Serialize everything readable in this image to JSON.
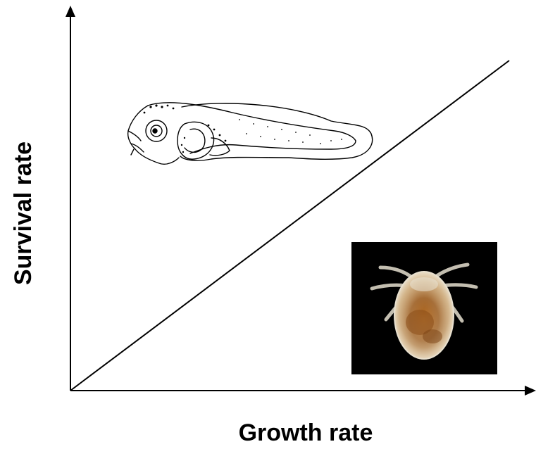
{
  "chart_data": {
    "type": "line",
    "xlabel": "Growth rate",
    "ylabel": "Survival rate",
    "series": [
      {
        "x": [
          0,
          1
        ],
        "y": [
          0,
          0.88
        ]
      }
    ],
    "xlim": [
      0,
      1
    ],
    "ylim": [
      0,
      1
    ],
    "grid": false,
    "ticks": false,
    "illustrations": [
      {
        "name": "fish-larva-icon",
        "region": "upper-left, above line"
      },
      {
        "name": "copepod-nauplius-photo-icon",
        "region": "lower-right, below line"
      }
    ]
  }
}
